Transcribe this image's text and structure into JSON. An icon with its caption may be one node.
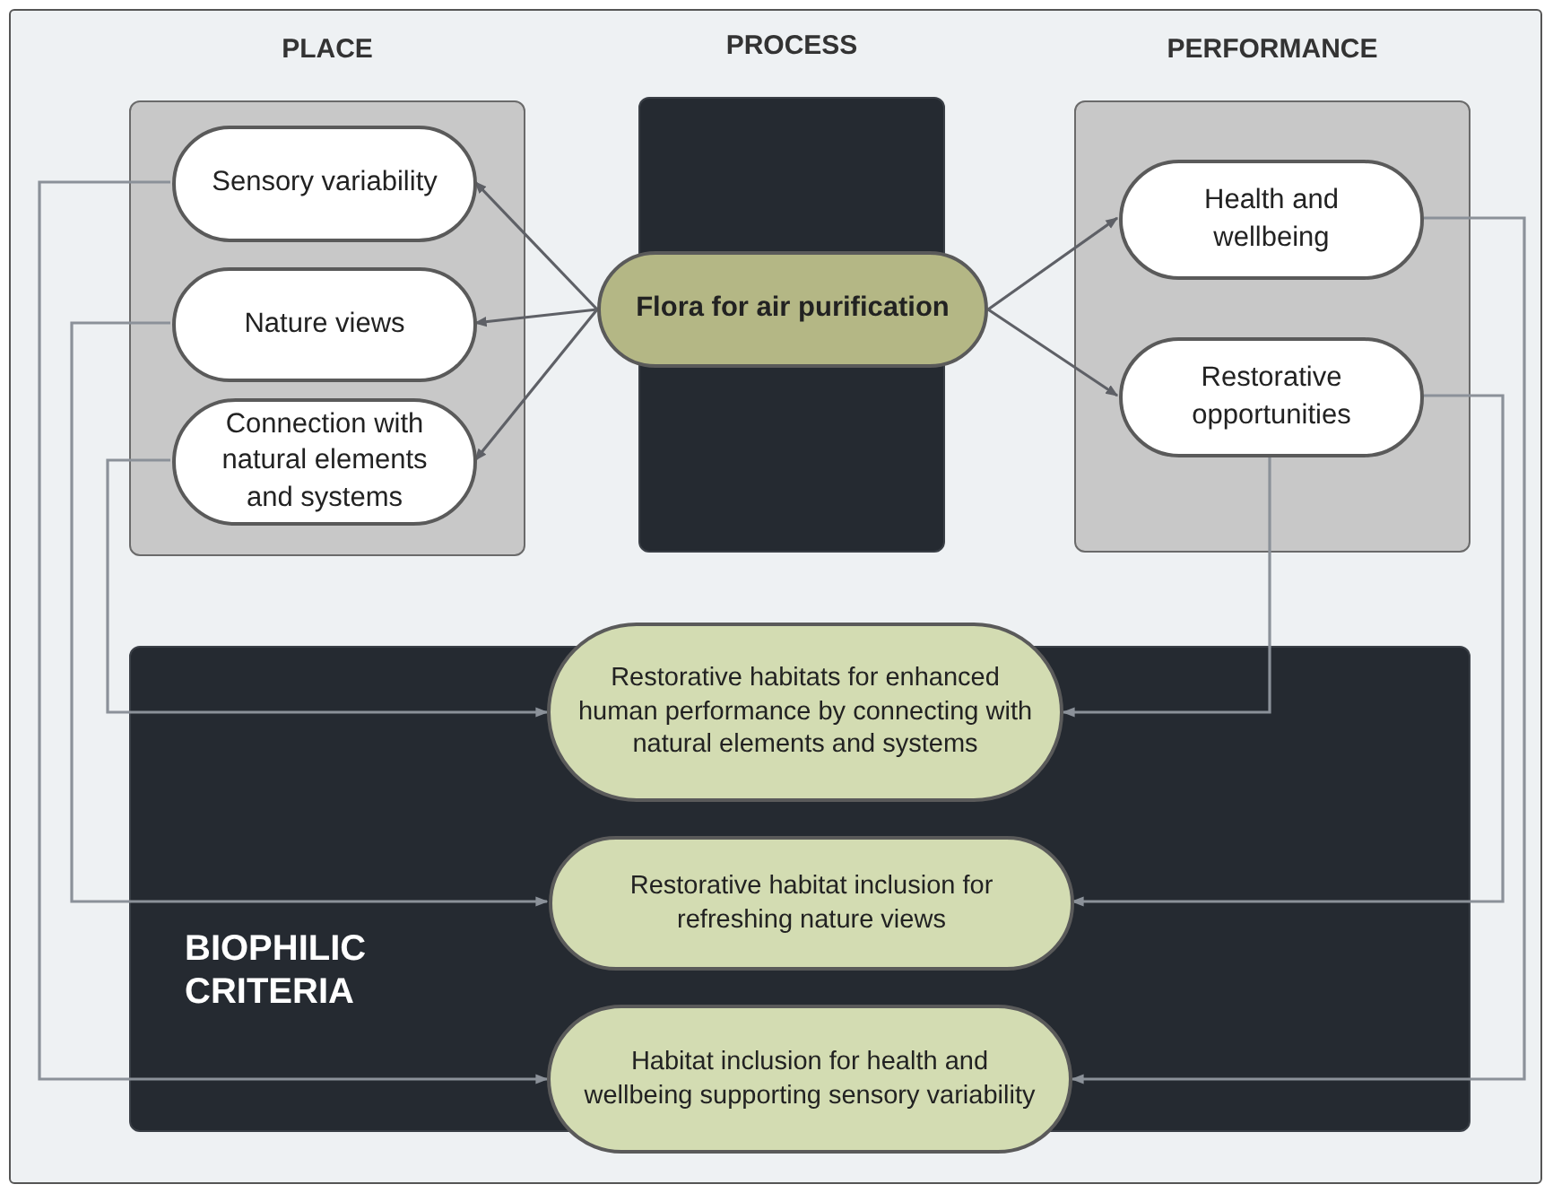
{
  "diagram": {
    "nodes": [
      {
        "text": [
          "PLACE"
        ]
      },
      {
        "text": [
          "Sensory variability"
        ],
        "in": 0
      },
      {
        "text": [
          "Nature views"
        ],
        "in": 0
      },
      {
        "text": [
          "Connection with natural elements and systems"
        ],
        "in": 0
      },
      {
        "text": [
          "PROCESS"
        ]
      },
      {
        "text": [
          "Flora for air purification"
        ]
      },
      {
        "text": [
          "PERFORMANCE"
        ]
      },
      {
        "text": [
          "Health and wellbeing"
        ],
        "in": 6
      },
      {
        "text": [
          "Restorative opportunities"
        ],
        "in": 6
      },
      {
        "text": [
          "BIOPHILIC CRITERIA"
        ]
      },
      {
        "text": [
          "Restorative habitats for enhanced human performance by connecting with natural elements and systems"
        ]
      },
      {
        "text": [
          "Restorative habitat inclusion for refreshing nature views"
        ],
        "in": 9
      },
      {
        "text": [
          "Habitat inclusion for health and wellbeing supporting sensory variability"
        ]
      }
    ],
    "edges": [
      {
        "from": 5,
        "to": 1,
        "arrow": "to",
        "color": "#5e6066"
      },
      {
        "from": 5,
        "to": 2,
        "arrow": "to",
        "color": "#5e6066"
      },
      {
        "from": 5,
        "to": 3,
        "arrow": "to",
        "color": "#5e6066"
      },
      {
        "from": 5,
        "to": 7,
        "arrow": "to",
        "color": "#5e6066"
      },
      {
        "from": 5,
        "to": 8,
        "arrow": "to",
        "color": "#5e6066"
      },
      {
        "from": 3,
        "to": 10,
        "arrow": "to"
      },
      {
        "from": 2,
        "to": 11,
        "arrow": "to"
      },
      {
        "from": 1,
        "to": 12,
        "arrow": "to"
      },
      {
        "from": 8,
        "to": 10,
        "arrow": "to"
      },
      {
        "from": 8,
        "to": 11,
        "arrow": "to"
      },
      {
        "from": 7,
        "to": 12,
        "arrow": "to"
      }
    ]
  }
}
